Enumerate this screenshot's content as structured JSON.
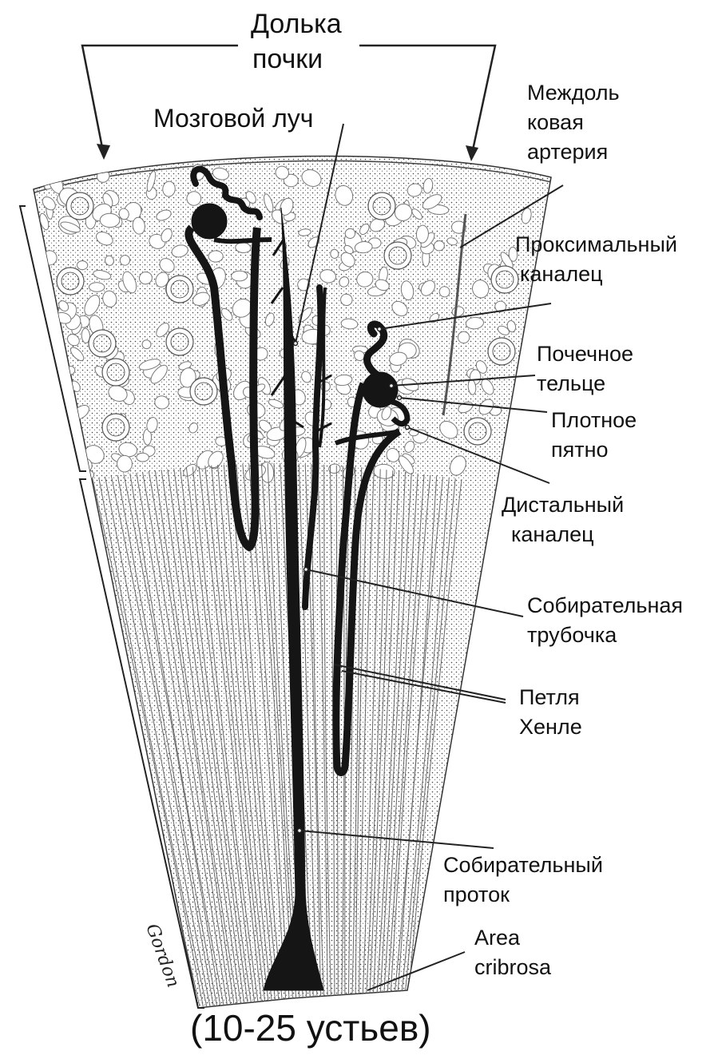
{
  "labels": {
    "lobule": [
      "Долька",
      "почки"
    ],
    "medullary_ray": "Мозговой луч",
    "interlobular_artery": [
      "Междоль",
      "ковая",
      "артерия"
    ],
    "proximal_tubule": [
      "Проксимальный",
      "каналец"
    ],
    "renal_corpuscle": [
      "Почечное",
      "тельце"
    ],
    "macula_densa": [
      "Плотное",
      "пятно"
    ],
    "distal_tubule": [
      "Дистальный",
      "каналец"
    ],
    "collecting_tubule": [
      "Собирательная",
      "трубочка"
    ],
    "loop_of_henle": [
      "Петля",
      "Хенле"
    ],
    "collecting_duct": [
      "Собирательный",
      "проток"
    ],
    "area_cribrosa": [
      "Area",
      "cribrosa"
    ],
    "openings": "(10-25 устьев)"
  },
  "signature": "Gordon",
  "colors": {
    "ink": "#111111",
    "tissue": "#ffffff",
    "structure": "#151515"
  }
}
